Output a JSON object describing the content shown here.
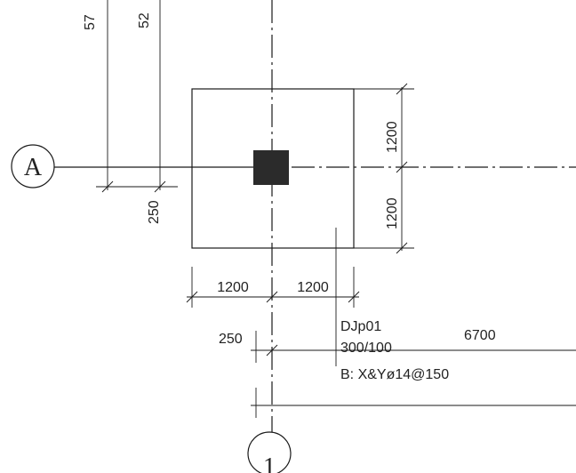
{
  "top_dims": {
    "left": "57",
    "right": "52"
  },
  "axes": {
    "row": "A",
    "column": "1"
  },
  "dims": {
    "offset_a": "250",
    "half_height_upper": "1200",
    "half_height_lower": "1200",
    "half_width_left": "1200",
    "half_width_right": "1200",
    "offset_1": "250",
    "span": "6700"
  },
  "footing_note": {
    "id": "DJp01",
    "heights": "300/100",
    "rebar": "B: X&Yø14@150"
  }
}
